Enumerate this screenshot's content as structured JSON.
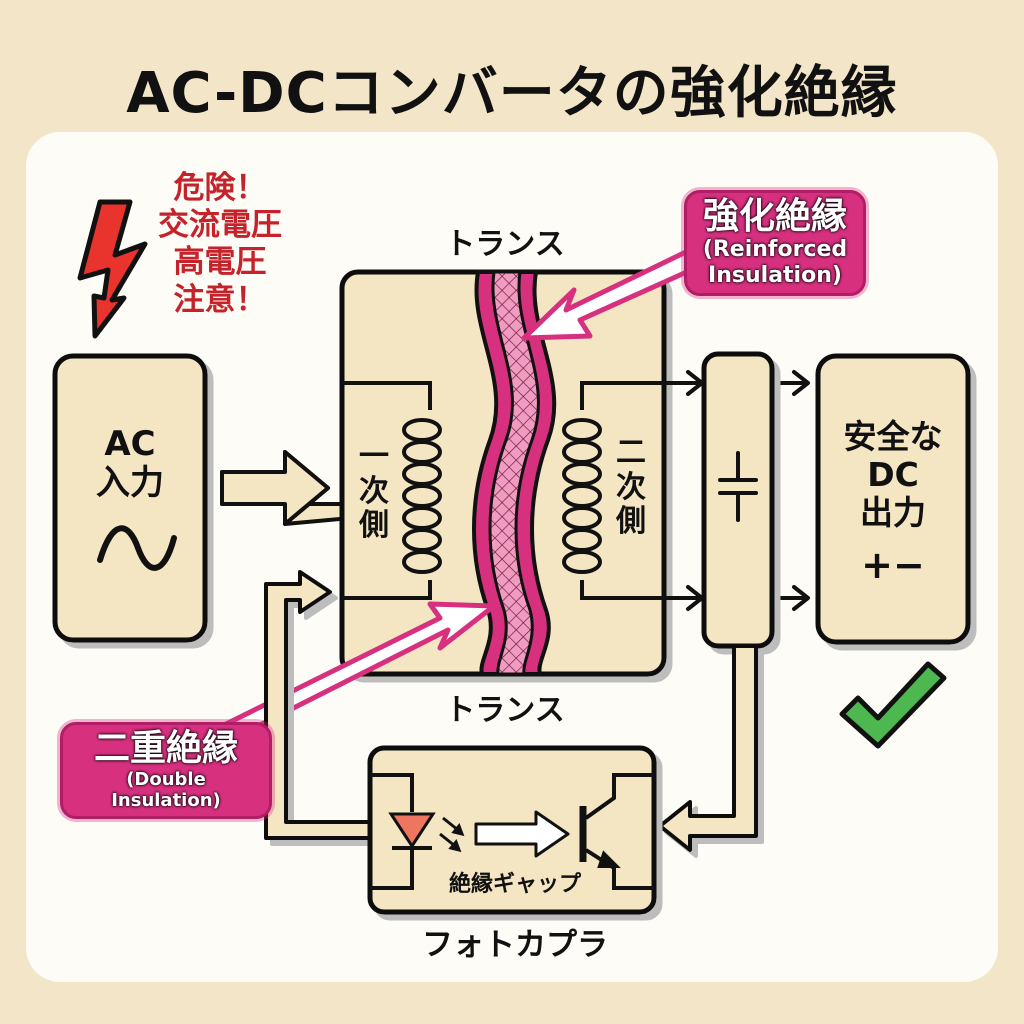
{
  "title": "AC-DCコンバータの強化絶縁",
  "warning": {
    "icon": "lightning-bolt-icon",
    "lines": [
      "危険！",
      "交流電圧",
      "高電圧",
      "注意！"
    ],
    "color": "#c4232b"
  },
  "ac_input": {
    "line1": "AC",
    "line2": "入力",
    "symbol": "∿"
  },
  "transformer": {
    "label_top": "トランス",
    "label_bottom": "トランス",
    "primary_label": [
      "一",
      "次",
      "側"
    ],
    "secondary_label": [
      "二",
      "次",
      "側"
    ]
  },
  "reinforced_callout": {
    "jp": "強化絶縁",
    "en_line1": "(Reinforced",
    "en_line2": "Insulation)"
  },
  "double_callout": {
    "jp": "二重絶縁",
    "en": "(Double Insulation)"
  },
  "rectifier": {
    "symbol": "capacitor-icon"
  },
  "dc_output": {
    "line1": "安全な",
    "line2": "DC",
    "line3": "出力",
    "polarity": "+−"
  },
  "optocoupler": {
    "gap_label": "絶縁ギャップ",
    "name": "フォトカプラ"
  },
  "status": {
    "icon": "checkmark-icon",
    "color": "#4cb84f"
  },
  "colors": {
    "box_fill": "#f4e5c3",
    "accent_pink": "#d6307f",
    "background": "#f3e6c8",
    "panel": "#fdfcf6"
  }
}
